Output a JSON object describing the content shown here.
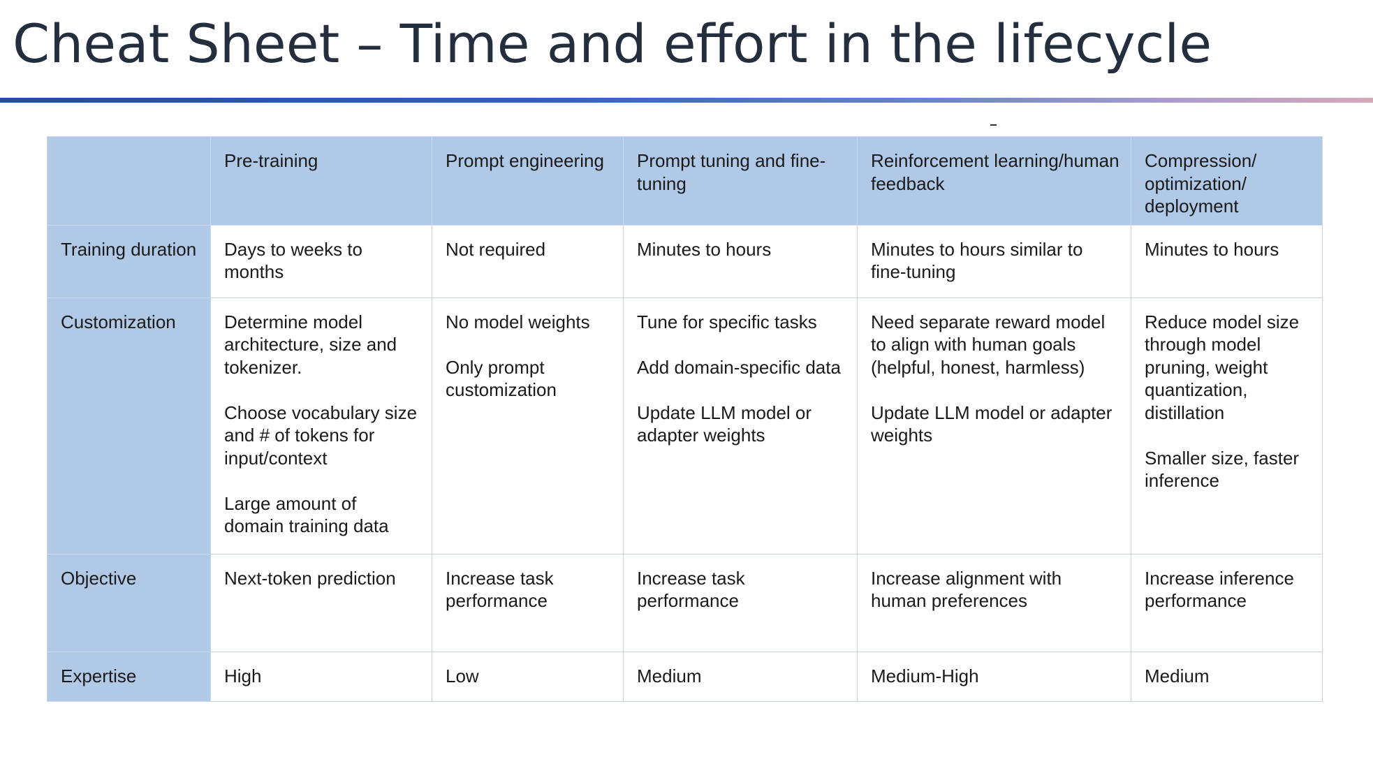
{
  "title": "Cheat Sheet – Time and effort in the lifecycle",
  "table": {
    "corner": "",
    "columns": [
      "Pre-training",
      "Prompt engineering",
      "Prompt tuning and fine-tuning",
      "Reinforcement learning/human feedback",
      "Compression/ optimization/ deployment"
    ],
    "rows": [
      {
        "label": "Training duration",
        "cells": [
          [
            "Days to weeks to months"
          ],
          [
            "Not required"
          ],
          [
            "Minutes to hours"
          ],
          [
            "Minutes to hours similar to fine-tuning"
          ],
          [
            "Minutes to hours"
          ]
        ]
      },
      {
        "label": "Customization",
        "cells": [
          [
            "Determine model architecture, size and tokenizer.",
            "Choose vocabulary size and # of tokens for input/context",
            "Large amount of domain training data"
          ],
          [
            "No model weights",
            "Only prompt customization"
          ],
          [
            "Tune for specific tasks",
            "Add domain-specific data",
            "Update LLM model or adapter weights"
          ],
          [
            "Need separate reward model to align with human goals (helpful, honest, harmless)",
            "Update LLM model or adapter weights"
          ],
          [
            "Reduce model size through model pruning, weight quantization, distillation",
            "Smaller size, faster inference"
          ]
        ]
      },
      {
        "label": "Objective",
        "cells": [
          [
            "Next-token prediction"
          ],
          [
            "Increase task performance"
          ],
          [
            "Increase task performance"
          ],
          [
            "Increase alignment with human preferences"
          ],
          [
            "Increase inference performance"
          ]
        ]
      },
      {
        "label": "Expertise",
        "cells": [
          [
            "High"
          ],
          [
            "Low"
          ],
          [
            "Medium"
          ],
          [
            "Medium-High"
          ],
          [
            "Medium"
          ]
        ]
      }
    ]
  },
  "colors": {
    "header_fill": "#b0c9e7",
    "title_text": "#232f3e",
    "rule_start": "#1f4f9c",
    "rule_end": "#d7a8b8"
  }
}
